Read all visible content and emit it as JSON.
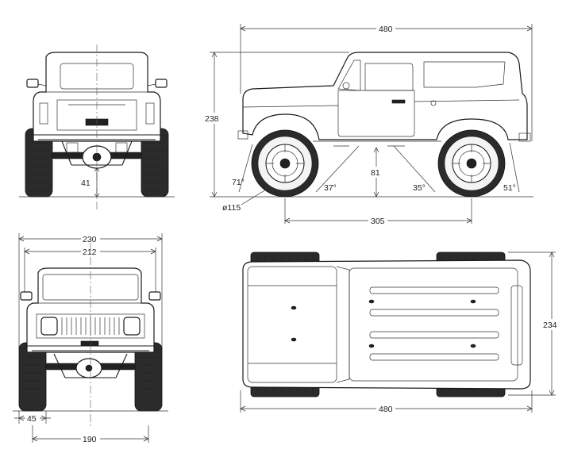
{
  "views": {
    "rear": "",
    "side": "",
    "front": "",
    "top": ""
  },
  "dimensions": {
    "side_length": "480",
    "side_height": "238",
    "wheelbase": "305",
    "ground_clearance": "81",
    "tire_diameter": "ø115",
    "approach_angle": "71°",
    "angle_front_inner": "37°",
    "angle_rear_inner": "35°",
    "departure_angle": "51°",
    "rear_axle_clearance": "41",
    "front_width_overall": "230",
    "front_width_body": "212",
    "front_tire_width": "45",
    "front_track": "190",
    "top_length": "480",
    "top_width": "234"
  }
}
